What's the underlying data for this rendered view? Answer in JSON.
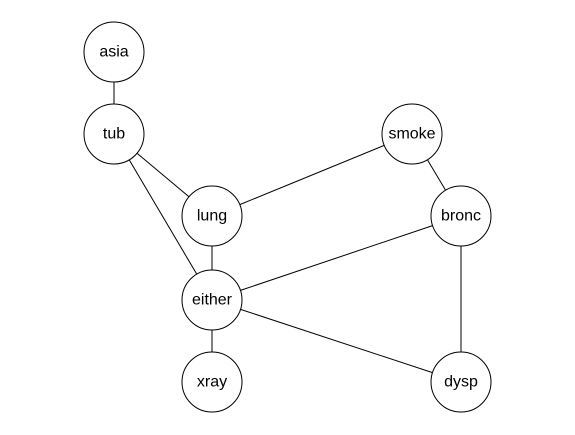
{
  "graph": {
    "nodes": [
      {
        "id": "asia",
        "label": "asia"
      },
      {
        "id": "tub",
        "label": "tub"
      },
      {
        "id": "smoke",
        "label": "smoke"
      },
      {
        "id": "lung",
        "label": "lung"
      },
      {
        "id": "bronc",
        "label": "bronc"
      },
      {
        "id": "either",
        "label": "either"
      },
      {
        "id": "xray",
        "label": "xray"
      },
      {
        "id": "dysp",
        "label": "dysp"
      }
    ],
    "edges": [
      [
        "asia",
        "tub"
      ],
      [
        "tub",
        "lung"
      ],
      [
        "tub",
        "either"
      ],
      [
        "smoke",
        "lung"
      ],
      [
        "smoke",
        "bronc"
      ],
      [
        "lung",
        "either"
      ],
      [
        "bronc",
        "either"
      ],
      [
        "bronc",
        "dysp"
      ],
      [
        "either",
        "xray"
      ],
      [
        "either",
        "dysp"
      ]
    ]
  }
}
